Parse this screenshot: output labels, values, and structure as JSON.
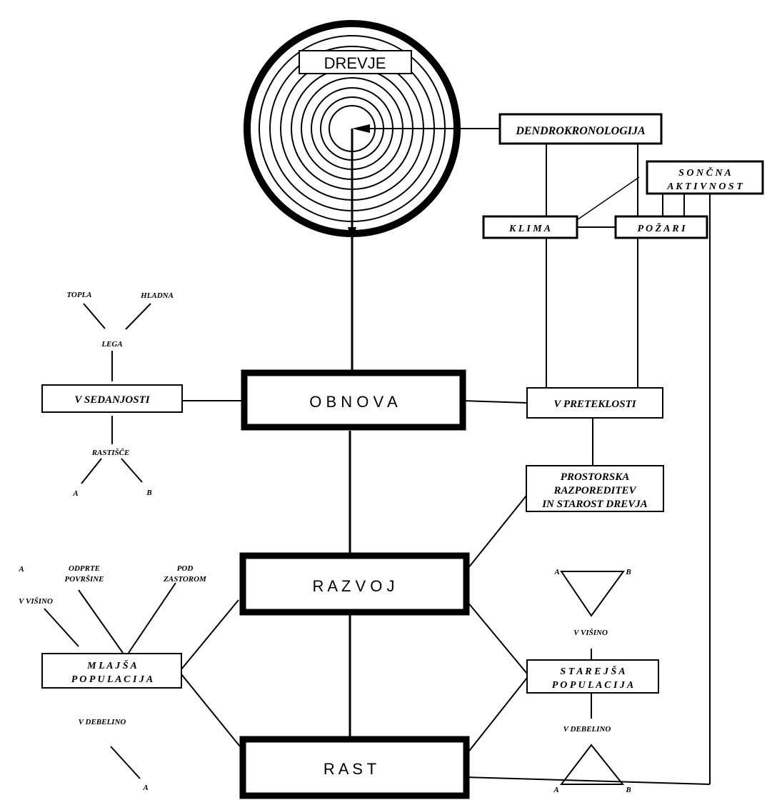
{
  "nodes": {
    "drevje": "DREVJE",
    "dendrokronologija": "DENDROKRONOLOGIJA",
    "soncna_1": "S O N Č N A",
    "soncna_2": "A K T I V N O S T",
    "klima": "K L I M A",
    "pozari": "P O Ž A R I",
    "obnova": "O B N O V A",
    "v_sedanjosti": "V  SEDANJOSTI",
    "v_preteklosti": "V PRETEKLOSTI",
    "prostorska_1": "PROSTORSKA",
    "prostorska_2": "RAZPOREDITEV",
    "prostorska_3": "IN STAROST DREVJA",
    "razvoj": "R A Z V O J",
    "rast": "R A S T",
    "mlajsa_1": "M L A J Š A",
    "mlajsa_2": "P O P U L A C I J A",
    "starejsa_1": "S T A R E J Š A",
    "starejsa_2": "P O P U L A C I J A"
  },
  "labels": {
    "topla": "TOPLA",
    "hladna": "HLADNA",
    "lega": "LEGA",
    "rastisce": "RASTIŠČE",
    "a": "A",
    "b": "B",
    "odprte_1": "ODPRTE",
    "odprte_2": "POVRŠINE",
    "pod_1": "POD",
    "pod_2": "ZASTOROM",
    "v_visino": "V  VIŠINO",
    "v_debelino": "V  DEBELINO"
  }
}
